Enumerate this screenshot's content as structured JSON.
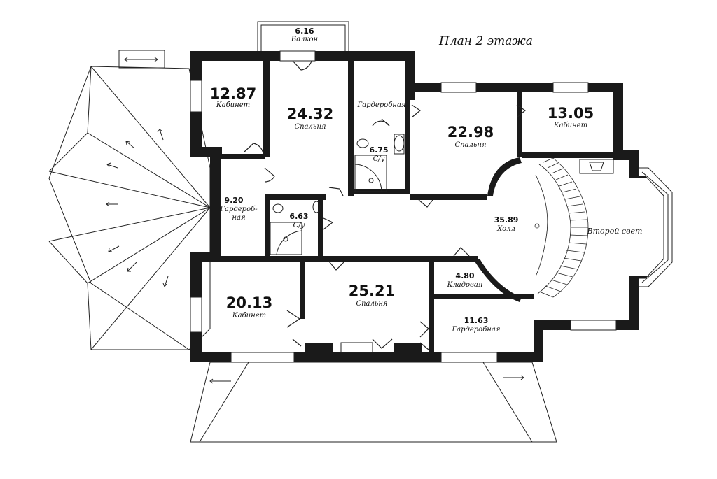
{
  "title": "План 2 этажа",
  "rooms": [
    {
      "id": "balcony",
      "area": "6.16",
      "name": "Балкон"
    },
    {
      "id": "cabinet-1",
      "area": "12.87",
      "name": "Кабинет"
    },
    {
      "id": "bedroom-1",
      "area": "24.32",
      "name": "Спальня"
    },
    {
      "id": "wardrobe-1",
      "area": "",
      "name": "Гардеробная"
    },
    {
      "id": "wc-1",
      "area": "6.75",
      "name": "С/у"
    },
    {
      "id": "bedroom-2",
      "area": "22.98",
      "name": "Спальня"
    },
    {
      "id": "cabinet-2",
      "area": "13.05",
      "name": "Кабинет"
    },
    {
      "id": "wardrobe-2",
      "area": "9.20",
      "name": "Гардероб-",
      "name2": "ная"
    },
    {
      "id": "wc-2",
      "area": "6.63",
      "name": "С/у"
    },
    {
      "id": "hall",
      "area": "35.89",
      "name": "Холл"
    },
    {
      "id": "second-light",
      "area": "",
      "name": "Второй свет"
    },
    {
      "id": "cabinet-3",
      "area": "20.13",
      "name": "Кабинет"
    },
    {
      "id": "bedroom-3",
      "area": "25.21",
      "name": "Спальня"
    },
    {
      "id": "pantry",
      "area": "4.80",
      "name": "Кладовая"
    },
    {
      "id": "wardrobe-3",
      "area": "11.63",
      "name": "Гардеробная"
    }
  ]
}
